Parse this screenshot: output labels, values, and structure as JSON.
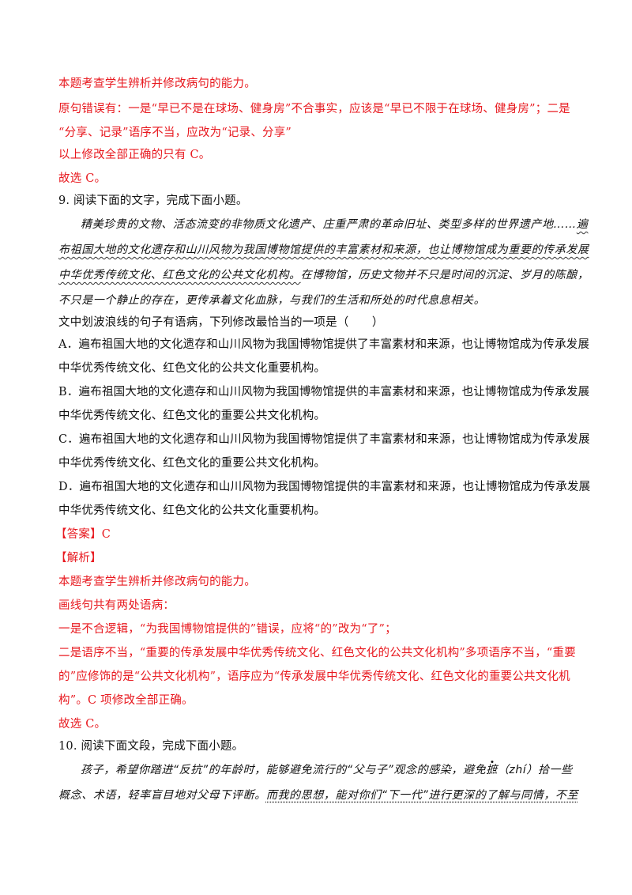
{
  "q8_analysis": {
    "line1": "本题考查学生辨析并修改病句的能力。",
    "line2": "原句错误有：一是“早已不是在球场、健身房”不合事实，应该是“早已不限于在球场、健身房”；二是",
    "line3": "“分享、记录”语序不当，应改为“记录、分享”",
    "line4": "以上修改全部正确的只有 C。",
    "line5": "故选 C。"
  },
  "q9": {
    "title": "9. 阅读下面的文字，完成下面小题。",
    "passage": {
      "p1_a": "精美珍贵的文物、活态流变的非物质文化遗产、庄重严肃的革命旧址、类型多样的世界遗产地……",
      "p1_b": "遍",
      "p2": "布祖国大地的文化遗存和山川风物为我国博物馆提供的丰富素材和来源，也让博物馆成为重要的传承发展",
      "p3_a": "中华优秀传统文化、红色文化的公共文化机构。",
      "p3_b": "在博物馆，历史文物并不只是时间的沉淀、岁月的陈酿，",
      "p4": "不只是一个静止的存在，更传承着文化血脉，与我们的生活和所处的时代息息相关。"
    },
    "question": "文中划波浪线的句子有语病，下列修改最恰当的一项是（　　）",
    "options": [
      {
        "l1": "A．遍布祖国大地的文化遗存和山川风物为我国博物馆提供了丰富素材和来源，也让博物馆成为传承发展",
        "l2": "中华优秀传统文化、红色文化的公共文化重要机构。"
      },
      {
        "l1": "B．遍布祖国大地的文化遗存和山川风物为我国博物馆提供的丰富素材和来源，也让博物馆成为传承发展",
        "l2": "中华优秀传统文化、红色文化的重要公共文化机构。"
      },
      {
        "l1": "C．遍布祖国大地的文化遗存和山川风物为我国博物馆提供了丰富素材和来源，也让博物馆成为传承发展",
        "l2": "中华优秀传统文化、红色文化的重要公共文化机构。"
      },
      {
        "l1": "D．遍布祖国大地的文化遗存和山川风物为我国博物馆提供的丰富素材和来源，也让博物馆成为传承发展",
        "l2": "中华优秀传统文化、红色文化的公共文化重要机构。"
      }
    ],
    "answer": "【答案】C",
    "analysis_label": "【解析】",
    "analysis": {
      "a1": "本题考查学生辨析并修改病句的能力。",
      "a2": "画线句共有两处语病：",
      "a3": "一是不合逻辑，“为我国博物馆提供的”错误，应将“的”改为“了”；",
      "a4": "二是语序不当，“重要的传承发展中华优秀传统文化、红色文化的公共文化机构”多项语序不当，“重要",
      "a5": "的”应修饰的是“公共文化机构”，语序应为“传承发展中华优秀传统文化、红色文化的重要公共文化机",
      "a6": "构”。C 项修改全部正确。",
      "a7": "故选 C。"
    }
  },
  "q10": {
    "title": "10. 阅读下面文段，完成下面小题。",
    "passage": {
      "p1_a": "孩子，希望你踏进“反抗”的年龄时，能够避免流行的“父与子”观念的感染，避免",
      "p1_dot": "摭",
      "p1_b": "（zhí）拾一些",
      "p2_a": "概念、术语，轻率盲目地对父母下评断。",
      "p2_b": "而我的思想，能对你们“下一代”进行更深的了解与同情，不至"
    }
  }
}
